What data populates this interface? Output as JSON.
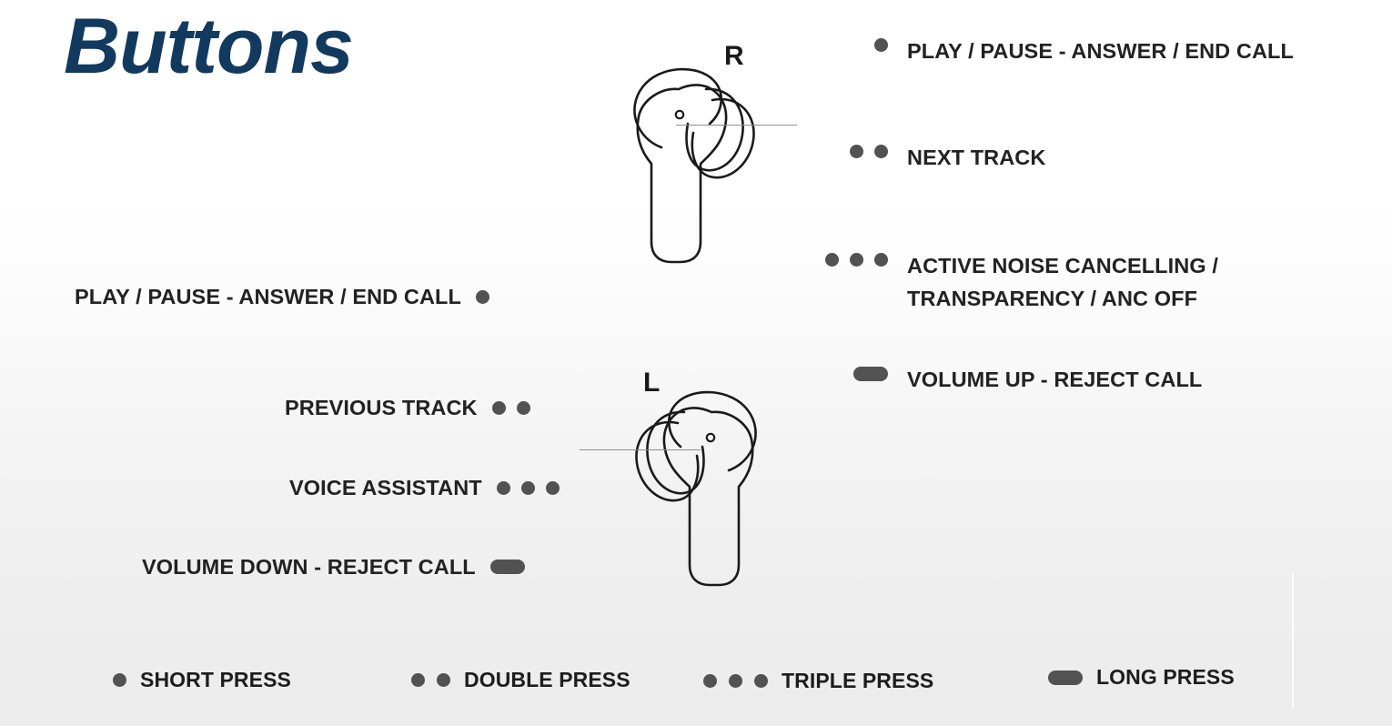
{
  "title": "Buttons",
  "theme": {
    "title_color": "#123A5E",
    "marker_color": "#525252",
    "text_color": "#222222",
    "outline_color": "#1a1a1a",
    "leader_color": "#8d8d8d",
    "background_top": "#ffffff",
    "background_bottom": "#ececec"
  },
  "earbuds": [
    {
      "side_letter": "R",
      "name": "right-earbud"
    },
    {
      "side_letter": "L",
      "name": "left-earbud"
    }
  ],
  "right_column": [
    {
      "marker": "short-press",
      "dots": 1,
      "label": "PLAY / PAUSE - ANSWER / END CALL"
    },
    {
      "marker": "double-press",
      "dots": 2,
      "label": "NEXT TRACK"
    },
    {
      "marker": "triple-press",
      "dots": 3,
      "label": "ACTIVE NOISE CANCELLING /\nTRANSPARENCY / ANC OFF"
    },
    {
      "marker": "long-press",
      "dots": 0,
      "label": "VOLUME UP - REJECT CALL"
    }
  ],
  "left_column": [
    {
      "marker": "short-press",
      "dots": 1,
      "label": "PLAY / PAUSE - ANSWER / END CALL"
    },
    {
      "marker": "double-press",
      "dots": 2,
      "label": "PREVIOUS TRACK"
    },
    {
      "marker": "triple-press",
      "dots": 3,
      "label": "VOICE ASSISTANT"
    },
    {
      "marker": "long-press",
      "dots": 0,
      "label": "VOLUME DOWN - REJECT CALL"
    }
  ],
  "legend": [
    {
      "marker": "short-press",
      "dots": 1,
      "label": "SHORT PRESS"
    },
    {
      "marker": "double-press",
      "dots": 2,
      "label": "DOUBLE PRESS"
    },
    {
      "marker": "triple-press",
      "dots": 3,
      "label": "TRIPLE PRESS"
    },
    {
      "marker": "long-press",
      "dots": 0,
      "label": "LONG PRESS"
    }
  ]
}
